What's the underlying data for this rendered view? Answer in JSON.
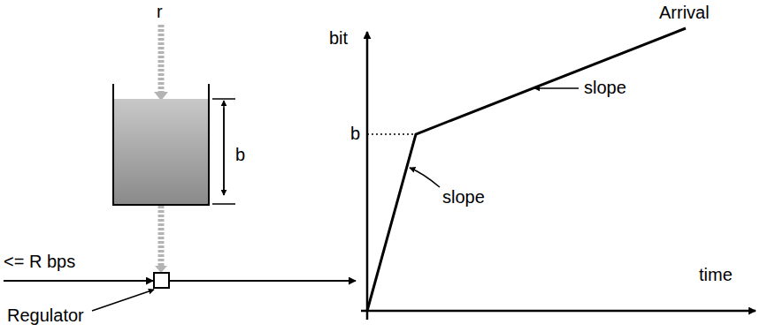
{
  "diagram": {
    "labels": [
      "r",
      "b",
      "<= R bps",
      "Regulator",
      "bit",
      "b",
      "slope",
      "slope",
      "time",
      "Arrival"
    ]
  }
}
